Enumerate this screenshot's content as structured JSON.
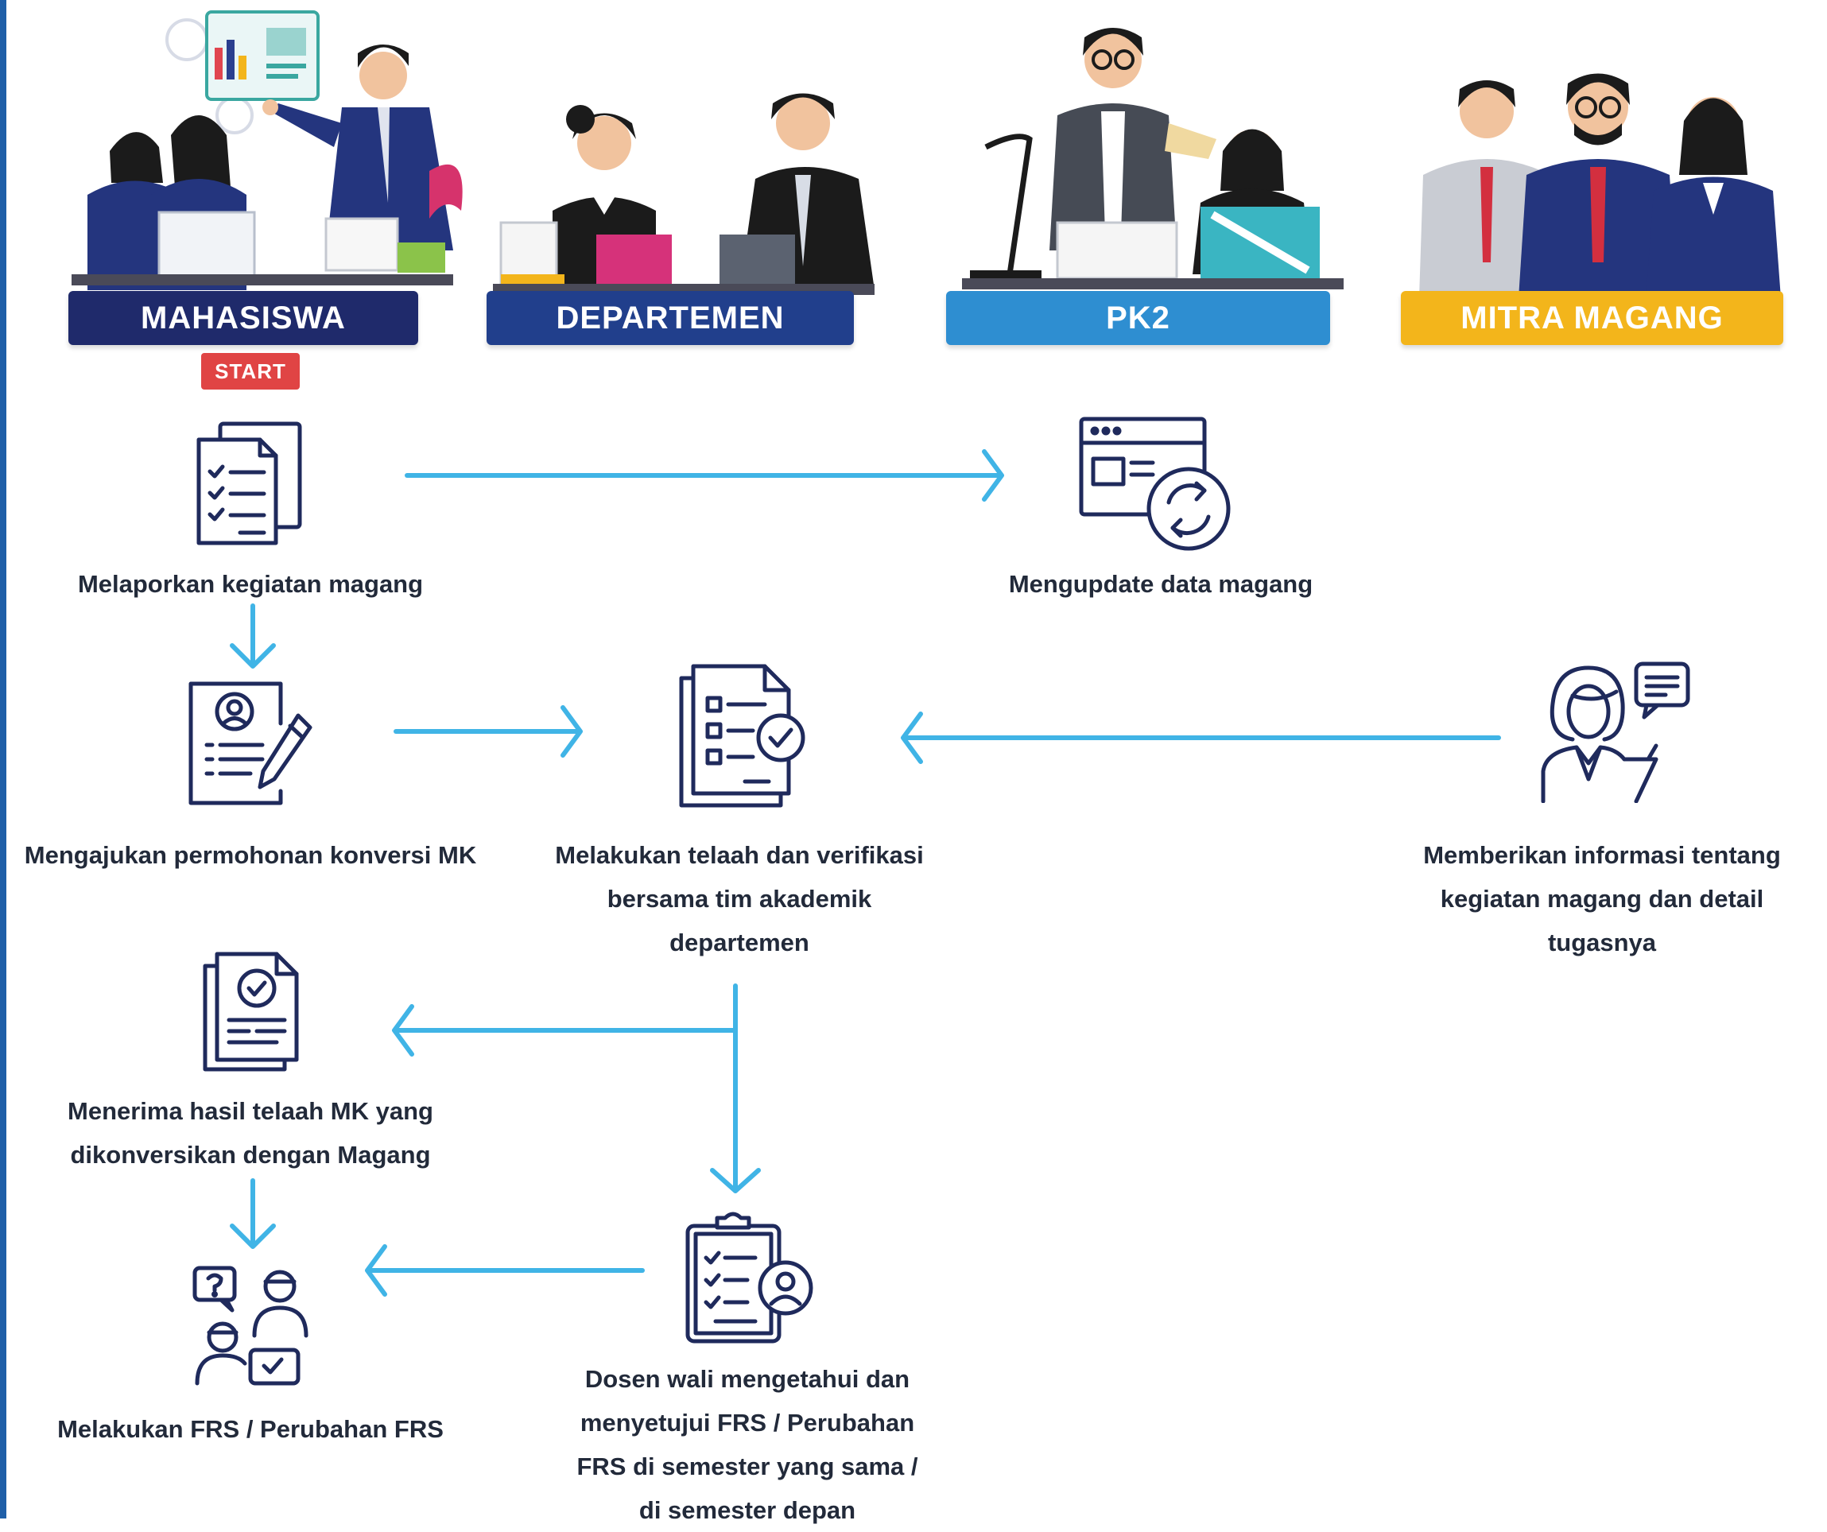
{
  "colors": {
    "navy": "#1f2a6b",
    "deptBlue": "#213f8c",
    "pk2Blue": "#2e8ed1",
    "mitraYellow": "#f3b51b",
    "arrow": "#40b4e6",
    "start": "#e04444",
    "icon": "#1f2a5c"
  },
  "lanes": [
    {
      "label": "MAHASISWA"
    },
    {
      "label": "DEPARTEMEN"
    },
    {
      "label": "PK2"
    },
    {
      "label": "MITRA MAGANG"
    }
  ],
  "start_label": "START",
  "steps": {
    "melaporkan": {
      "label": "Melaporkan kegiatan magang",
      "icon": "checklist-document-icon"
    },
    "mengupdate": {
      "label": "Mengupdate data magang",
      "icon": "browser-sync-icon"
    },
    "mengajukan": {
      "label": "Mengajukan permohonan konversi MK",
      "icon": "profile-form-pen-icon"
    },
    "telaah": {
      "label_lines": [
        "Melakukan telaah dan verifikasi",
        "bersama tim akademik",
        "departemen"
      ],
      "icon": "verified-list-icon"
    },
    "informasi": {
      "label_lines": [
        "Memberikan informasi tentang",
        "kegiatan magang dan detail",
        "tugasnya"
      ],
      "icon": "woman-chat-icon"
    },
    "menerima": {
      "label_lines": [
        "Menerima hasil telaah MK yang",
        "dikonversikan dengan Magang"
      ],
      "icon": "approved-document-icon"
    },
    "frs": {
      "label": "Melakukan FRS / Perubahan FRS",
      "icon": "consultation-people-icon"
    },
    "dosen": {
      "label_lines": [
        "Dosen wali mengetahui dan",
        "menyetujui FRS / Perubahan",
        "FRS di semester yang sama /",
        "di semester depan"
      ],
      "icon": "clipboard-user-icon"
    }
  }
}
